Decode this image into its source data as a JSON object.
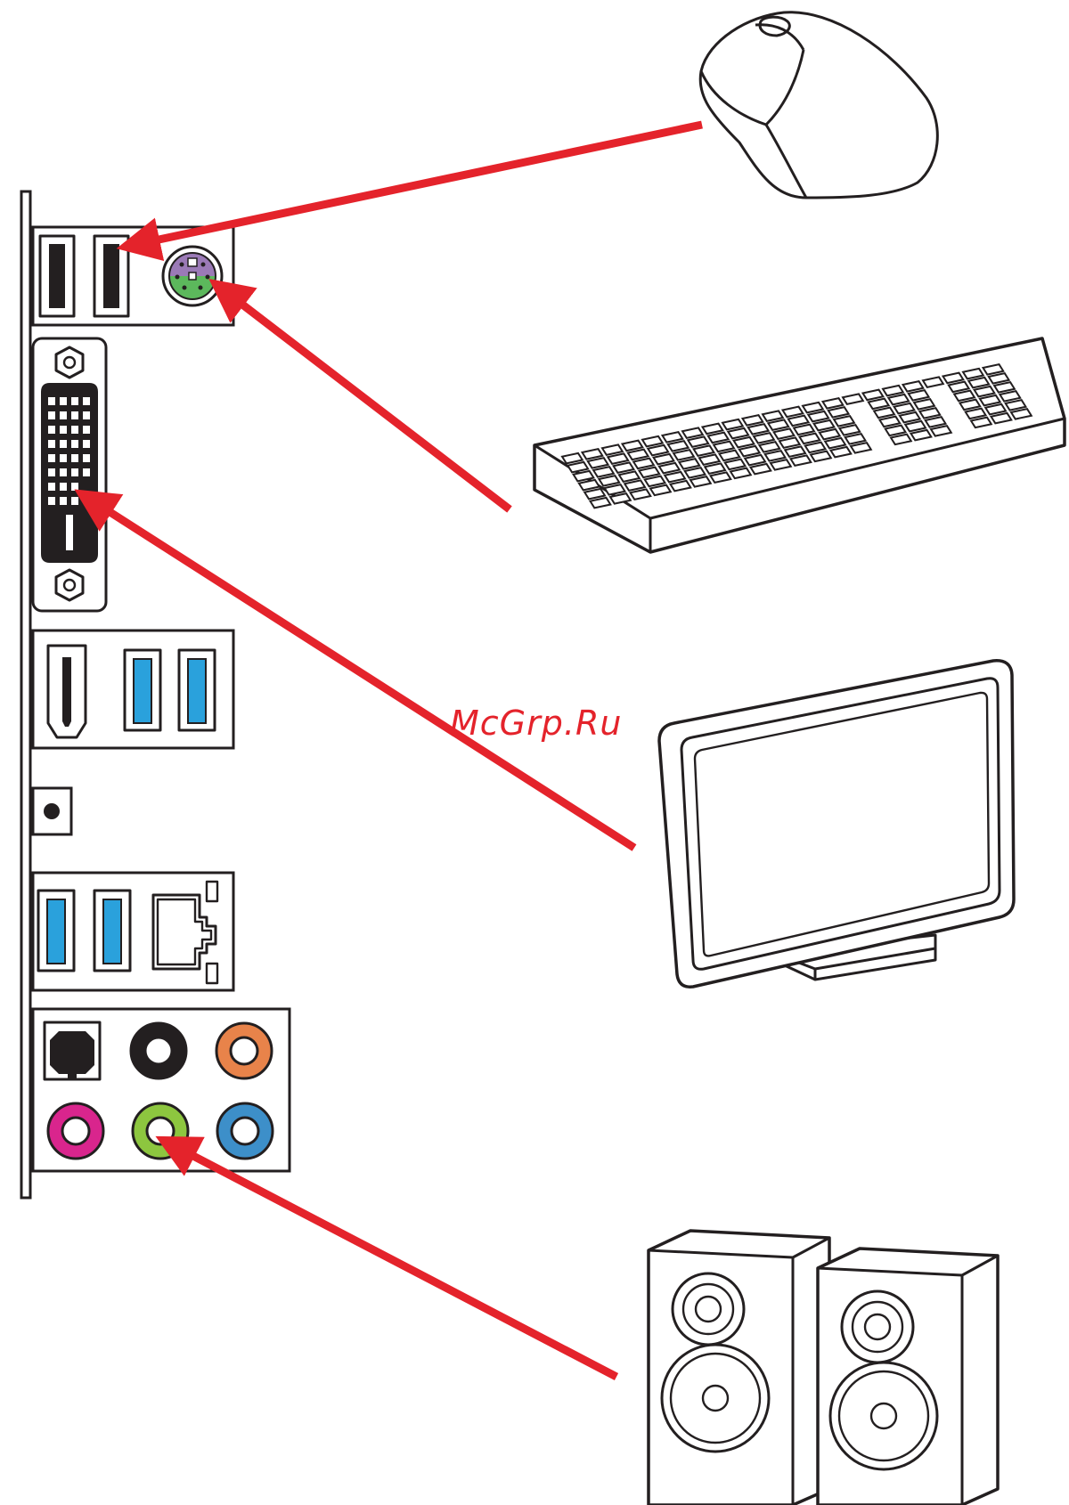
{
  "watermark": {
    "text": "McGrp.Ru",
    "color": "#e4232b"
  },
  "colors": {
    "arrow": "#e4232b",
    "outline": "#231f20",
    "usb3": "#2aa1dc",
    "ps2_mouse": "#9b7ab7",
    "ps2_keyboard": "#5cb85c",
    "audio_black": "#231f20",
    "audio_orange": "#e8834a",
    "audio_pink": "#d9258d",
    "audio_green": "#8dc63f",
    "audio_blue": "#3d8fc9"
  },
  "devices": [
    {
      "id": "mouse",
      "icon": "mouse-icon",
      "target_port": "usb-2-0-port"
    },
    {
      "id": "keyboard",
      "icon": "keyboard-icon",
      "target_port": "ps2-combo-port"
    },
    {
      "id": "monitor",
      "icon": "monitor-icon",
      "target_port": "dvi-d-port"
    },
    {
      "id": "speakers",
      "icon": "speakers-icon",
      "target_port": "line-out-audio-jack"
    }
  ]
}
